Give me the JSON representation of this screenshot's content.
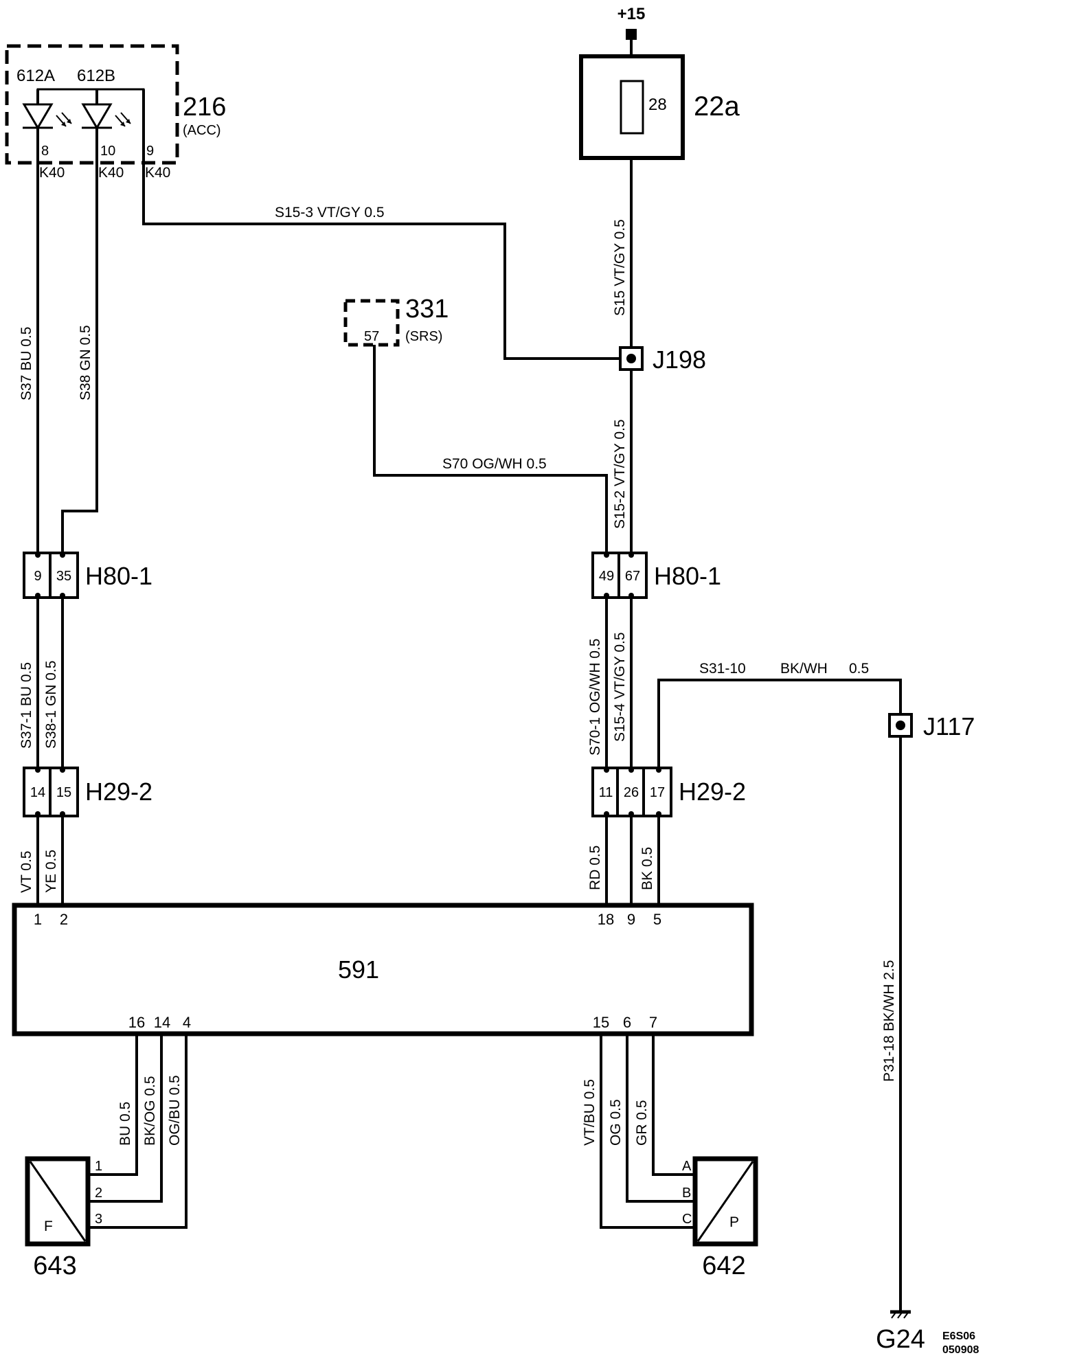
{
  "supply": {
    "label": "+15"
  },
  "fuse_box": {
    "id": "22a",
    "fuse": "28"
  },
  "module_216": {
    "id": "216",
    "sub": "(ACC)",
    "led_a": "612A",
    "led_b": "612B",
    "pins": [
      "8",
      "10",
      "9"
    ],
    "conn": "K40"
  },
  "module_331": {
    "id": "331",
    "sub": "(SRS)",
    "pin": "57"
  },
  "splice_j198": "J198",
  "splice_j117": "J117",
  "h80_left": {
    "id": "H80-1",
    "pins": [
      "9",
      "35"
    ]
  },
  "h80_right": {
    "id": "H80-1",
    "pins": [
      "49",
      "67"
    ]
  },
  "h29_left": {
    "id": "H29-2",
    "pins": [
      "14",
      "15"
    ]
  },
  "h29_right": {
    "id": "H29-2",
    "pins": [
      "11",
      "26",
      "17"
    ]
  },
  "unit_591": {
    "id": "591",
    "top_pins": [
      "1",
      "2",
      "18",
      "9",
      "5"
    ],
    "bottom_pins": [
      "16",
      "14",
      "4",
      "15",
      "6",
      "7"
    ]
  },
  "sensor_643": {
    "id": "643",
    "letter": "F",
    "pins": [
      "1",
      "2",
      "3"
    ]
  },
  "sensor_642": {
    "id": "642",
    "letter": "P",
    "pins": [
      "A",
      "B",
      "C"
    ]
  },
  "ground": {
    "id": "G24"
  },
  "doc_code": [
    "E6S06",
    "050908"
  ],
  "wires": {
    "s15_3": "S15-3  VT/GY  0.5",
    "s15_top": "S15  VT/GY  0.5",
    "s15_2": "S15-2  VT/GY  0.5",
    "s70": "S70  OG/WH  0.5",
    "s37": "S37  BU  0.5",
    "s38": "S38  GN  0.5",
    "s37_1": "S37-1  BU  0.5",
    "s38_1": "S38-1  GN  0.5",
    "s70_1": "S70-1  OG/WH  0.5",
    "s15_4": "S15-4  VT/GY  0.5",
    "s31_10": [
      "S31-10",
      "BK/WH",
      "0.5"
    ],
    "p31_18": "P31-18  BK/WH  2.5",
    "vt": "VT  0.5",
    "ye": "YE  0.5",
    "rd": "RD  0.5",
    "bk": "BK  0.5",
    "bu": "BU  0.5",
    "bkog": "BK/OG  0.5",
    "ogbu": "OG/BU  0.5",
    "vtbu": "VT/BU  0.5",
    "og": "OG  0.5",
    "gr": "GR  0.5"
  }
}
